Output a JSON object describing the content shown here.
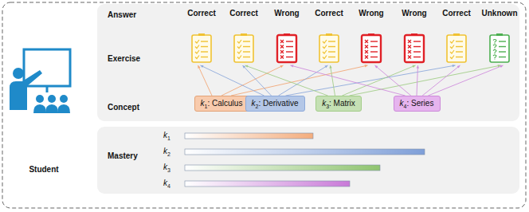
{
  "diagram": {
    "nodes": [
      {
        "text": [
          "Answer",
          "Exercise",
          "Concept"
        ]
      },
      {
        "text": [
          "k1: Calculus"
        ],
        "in": 0
      },
      {
        "text": [
          "k2: Derivative"
        ],
        "in": 0
      },
      {
        "text": [
          "k3: Matrix"
        ],
        "in": 0
      },
      {
        "text": [
          "k4: Series"
        ],
        "in": 0
      },
      {
        "text": [
          "Mastery"
        ]
      }
    ],
    "edges": [],
    "labels": [
      "Student",
      "Correct",
      "Correct",
      "Wrong",
      "Correct",
      "Wrong",
      "Wrong",
      "Correct",
      "Unknown",
      "k1",
      "k2",
      "k3",
      "k4"
    ]
  }
}
